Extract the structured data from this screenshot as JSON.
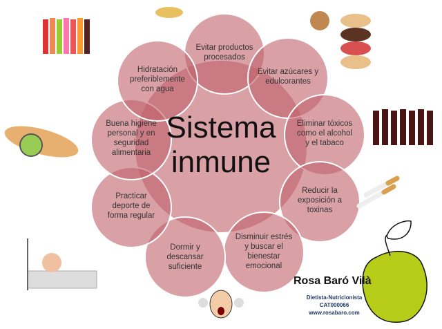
{
  "center": {
    "line1": "Sistema",
    "line2": "inmune"
  },
  "tips": [
    "Evitar productos procesados",
    "Evitar azúcares y edulcorantes",
    "Eliminar tóxicos como el alcohol y el tabaco",
    "Reducir la exposición a toxinas",
    "Disminuir estrés y buscar el bienestar emocional",
    "Dormir y descansar suficiente",
    "Practicar deporte de forma regular",
    "Buena higiene personal y en seguridad alimentaria",
    "Hidratación preferiblemente con agua"
  ],
  "author": {
    "name": "Rosa Baró Vilà",
    "title": "Dietista-Nutricionista",
    "code": "CAT000066",
    "web": "www.rosabaro.com"
  },
  "colors": {
    "circle": "#dba0a5",
    "overlap": "#ca7a82",
    "apple": "#b8cc1a"
  }
}
